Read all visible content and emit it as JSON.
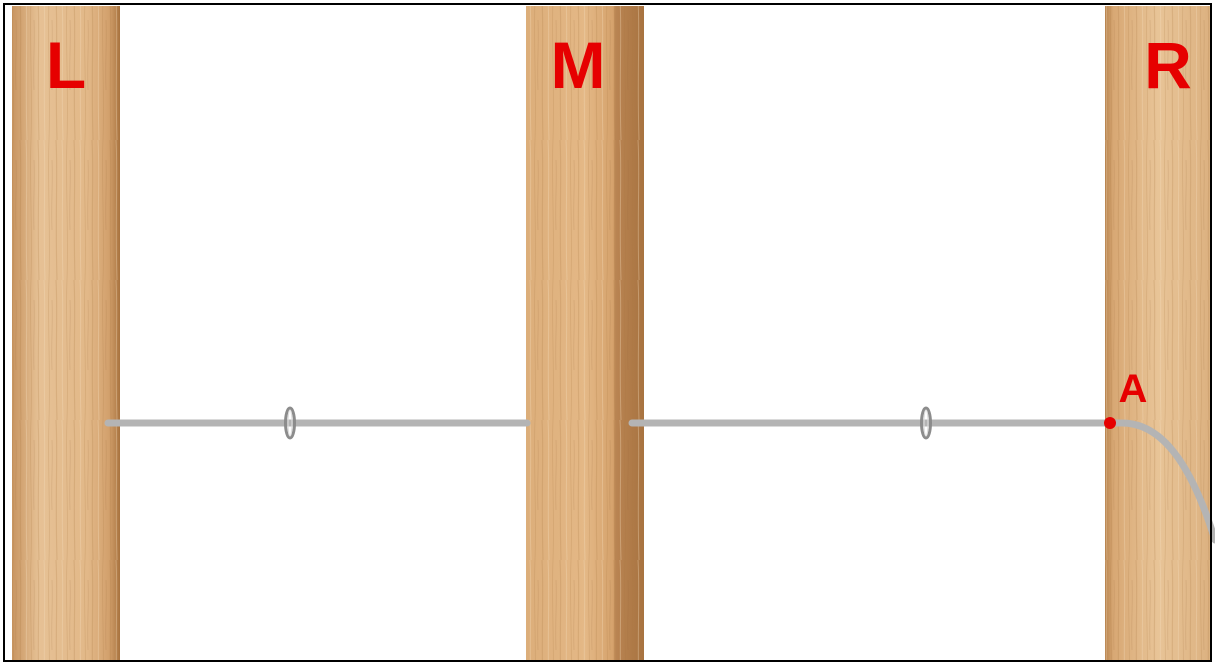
{
  "labels": {
    "post_left": "L",
    "post_middle": "M",
    "post_right": "R",
    "point_a": "A"
  },
  "colors": {
    "label": "#e60000",
    "point_marker": "#e60000",
    "wire": "#b4b4b4",
    "ring": "#9a9a9a",
    "border": "#000000",
    "wood_light": "#e8c294",
    "wood_mid": "#d9a973",
    "wood_dark": "#b57f4b"
  }
}
